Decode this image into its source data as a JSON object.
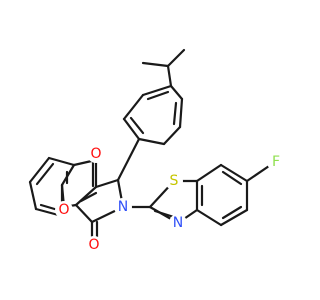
{
  "diagram": {
    "atom_colors": {
      "O": "#ff0d0d",
      "N": "#3050f8",
      "S": "#c6c600",
      "F": "#90e050",
      "C": "#1a1a1a"
    },
    "labels": {
      "o_ketone": "O",
      "o_lactam": "O",
      "o_ring": "O",
      "n_pyrrole": "N",
      "n_thiazole": "N",
      "s_thiazole": "S",
      "f_fluoro": "F"
    }
  }
}
